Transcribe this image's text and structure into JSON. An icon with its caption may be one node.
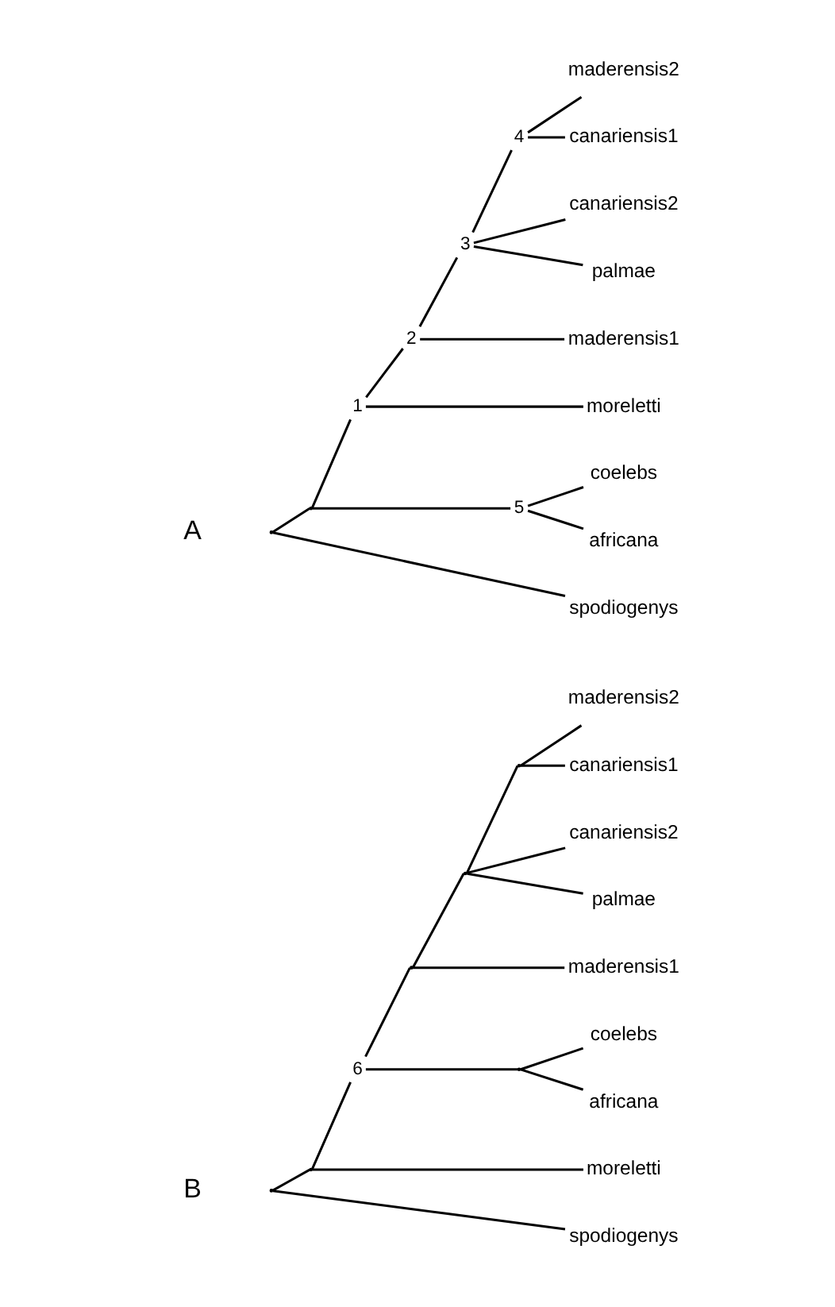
{
  "diagram": {
    "nodes": [
      {
        "text": [],
        "shape": "point"
      },
      {
        "text": [],
        "shape": "point"
      },
      {
        "text": [],
        "shape": "point",
        "beside": [
          "1"
        ]
      },
      {
        "text": [],
        "shape": "point",
        "beside": [
          "2"
        ]
      },
      {
        "text": [],
        "shape": "point",
        "beside": [
          "3"
        ]
      },
      {
        "text": [],
        "shape": "point",
        "beside": [
          "4"
        ]
      },
      {
        "text": [],
        "shape": "point",
        "beside": [
          "5"
        ]
      },
      {
        "text": [
          "moreletti"
        ]
      },
      {
        "text": [
          "maderensis1"
        ]
      },
      {
        "text": [
          "maderensis2"
        ]
      },
      {
        "text": [
          "canariensis1"
        ]
      },
      {
        "text": [
          "canariensis2"
        ]
      },
      {
        "text": [
          "palmae"
        ]
      },
      {
        "text": [
          "coelebs"
        ]
      },
      {
        "text": [
          "africana"
        ]
      },
      {
        "text": [
          "spodiogenys"
        ]
      },
      {
        "text": [],
        "shape": "point"
      },
      {
        "text": [],
        "shape": "point"
      },
      {
        "text": [],
        "shape": "point",
        "beside": [
          "6"
        ]
      },
      {
        "text": [],
        "shape": "point"
      },
      {
        "text": [],
        "shape": "point"
      },
      {
        "text": [],
        "shape": "point"
      },
      {
        "text": [],
        "shape": "point"
      },
      {
        "text": [
          "moreletti"
        ]
      },
      {
        "text": [
          "maderensis1"
        ]
      },
      {
        "text": [
          "maderensis2"
        ]
      },
      {
        "text": [
          "canariensis1"
        ]
      },
      {
        "text": [
          "canariensis2"
        ]
      },
      {
        "text": [
          "palmae"
        ]
      },
      {
        "text": [
          "coelebs"
        ]
      },
      {
        "text": [
          "africana"
        ]
      },
      {
        "text": [
          "spodiogenys"
        ]
      }
    ],
    "edges": [
      {
        "from": 0,
        "to": 1,
        "arrow": "none"
      },
      {
        "from": 0,
        "to": 15,
        "arrow": "none"
      },
      {
        "from": 1,
        "to": 2,
        "arrow": "none"
      },
      {
        "from": 1,
        "to": 6,
        "arrow": "none"
      },
      {
        "from": 2,
        "to": 7,
        "arrow": "none"
      },
      {
        "from": 2,
        "to": 3,
        "arrow": "none"
      },
      {
        "from": 3,
        "to": 8,
        "arrow": "none"
      },
      {
        "from": 3,
        "to": 4,
        "arrow": "none"
      },
      {
        "from": 4,
        "to": 5,
        "arrow": "none"
      },
      {
        "from": 4,
        "to": 11,
        "arrow": "none"
      },
      {
        "from": 4,
        "to": 12,
        "arrow": "none"
      },
      {
        "from": 5,
        "to": 9,
        "arrow": "none"
      },
      {
        "from": 5,
        "to": 10,
        "arrow": "none"
      },
      {
        "from": 6,
        "to": 13,
        "arrow": "none"
      },
      {
        "from": 6,
        "to": 14,
        "arrow": "none"
      },
      {
        "from": 16,
        "to": 17,
        "arrow": "none"
      },
      {
        "from": 16,
        "to": 31,
        "arrow": "none"
      },
      {
        "from": 17,
        "to": 23,
        "arrow": "none"
      },
      {
        "from": 17,
        "to": 18,
        "arrow": "none"
      },
      {
        "from": 18,
        "to": 19,
        "arrow": "none"
      },
      {
        "from": 18,
        "to": 22,
        "arrow": "none"
      },
      {
        "from": 19,
        "to": 24,
        "arrow": "none"
      },
      {
        "from": 19,
        "to": 20,
        "arrow": "none"
      },
      {
        "from": 20,
        "to": 21,
        "arrow": "none"
      },
      {
        "from": 20,
        "to": 27,
        "arrow": "none"
      },
      {
        "from": 20,
        "to": 28,
        "arrow": "none"
      },
      {
        "from": 21,
        "to": 25,
        "arrow": "none"
      },
      {
        "from": 21,
        "to": 26,
        "arrow": "none"
      },
      {
        "from": 22,
        "to": 29,
        "arrow": "none"
      },
      {
        "from": 22,
        "to": 30,
        "arrow": "none"
      }
    ],
    "labels": [
      "A",
      "B"
    ]
  }
}
